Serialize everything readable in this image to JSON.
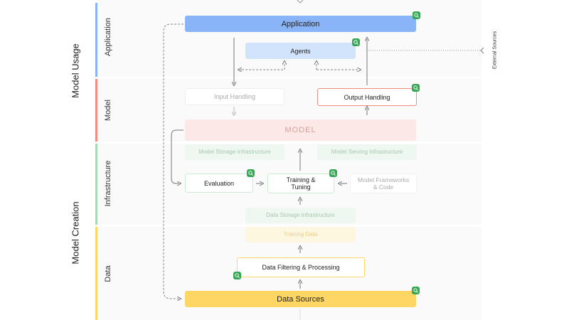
{
  "group_labels": {
    "model_usage": "Model Usage",
    "model_creation": "Model Creation"
  },
  "layers": {
    "application": "Application",
    "model": "Model",
    "infrastructure": "Infrastructure",
    "data": "Data"
  },
  "boxes": {
    "application": "Application",
    "agents": "Agents",
    "input_handling": "Input Handling",
    "output_handling": "Output Handling",
    "model": "MODEL",
    "model_storage": "Model Storage Infrastructure",
    "model_serving": "Model Serving Infrastructure",
    "evaluation": "Evaluation",
    "training_tuning": "Training & Tuning",
    "model_frameworks": "Model Frameworks & Code",
    "data_storage": "Data Storage Infrastructure",
    "training_data": "Training Data",
    "data_filtering": "Data Filtering & Processing",
    "data_sources": "Data Sources"
  },
  "external_sources": "External Sources",
  "colors": {
    "application_band": "#8ab4f8",
    "model_band": "#f28b82",
    "infrastructure_band": "#a8dab5",
    "data_band": "#fdd663",
    "badge": "#34a853"
  },
  "icons": [
    "shield-search-icon"
  ]
}
